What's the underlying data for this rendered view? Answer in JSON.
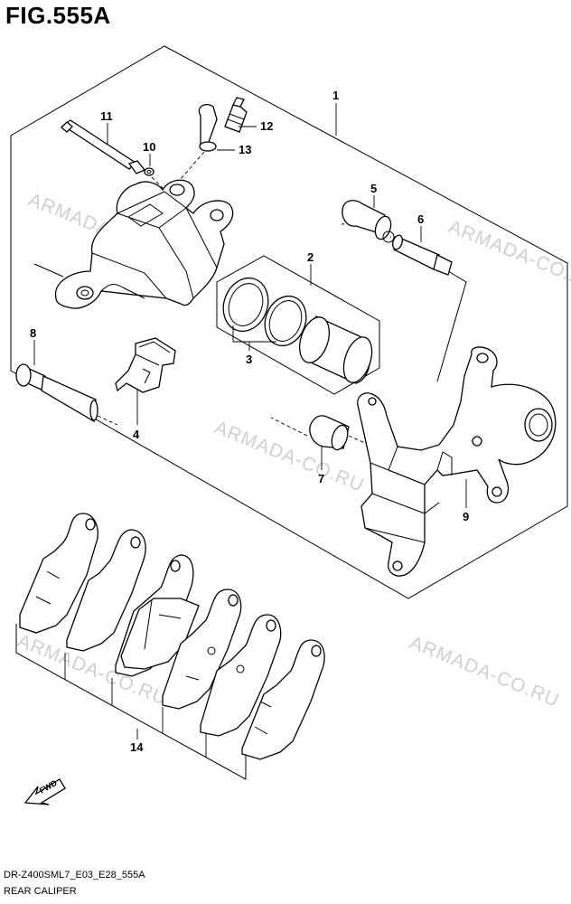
{
  "figure": {
    "title": "FIG.555A"
  },
  "footer": {
    "code": "DR-Z400SML7_E03_E28_555A",
    "name": "REAR CALIPER"
  },
  "watermark": {
    "text": "ARMADA-CO.RU",
    "color": "#d0d0d0"
  },
  "fwd_label": "FWD",
  "callouts": [
    {
      "id": "1",
      "label": "1"
    },
    {
      "id": "2",
      "label": "2"
    },
    {
      "id": "3",
      "label": "3"
    },
    {
      "id": "4",
      "label": "4"
    },
    {
      "id": "5",
      "label": "5"
    },
    {
      "id": "6",
      "label": "6"
    },
    {
      "id": "7",
      "label": "7"
    },
    {
      "id": "8",
      "label": "8"
    },
    {
      "id": "9",
      "label": "9"
    },
    {
      "id": "10",
      "label": "10"
    },
    {
      "id": "11",
      "label": "11"
    },
    {
      "id": "12",
      "label": "12"
    },
    {
      "id": "13",
      "label": "13"
    },
    {
      "id": "14",
      "label": "14"
    }
  ]
}
